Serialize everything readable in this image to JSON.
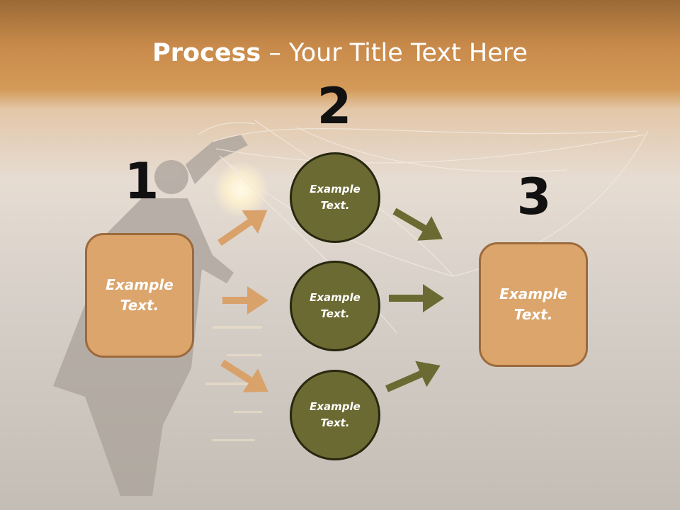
{
  "slide": {
    "title_bold": "Process",
    "title_rest": " – Your Title Text Here"
  },
  "steps": {
    "one": "1",
    "two": "2",
    "three": "3"
  },
  "nodes": {
    "left_box": "Example Text.",
    "circle_top": "Example Text.",
    "circle_middle": "Example Text.",
    "circle_bottom": "Example Text.",
    "right_box": "Example Text."
  },
  "colors": {
    "box_fill": "#dba56c",
    "box_border": "#9c6a3c",
    "circle_fill": "#6b6a32",
    "arrow_orange": "#d9a26a",
    "arrow_olive": "#6b6a32",
    "sunset_band": "#c98a48"
  }
}
